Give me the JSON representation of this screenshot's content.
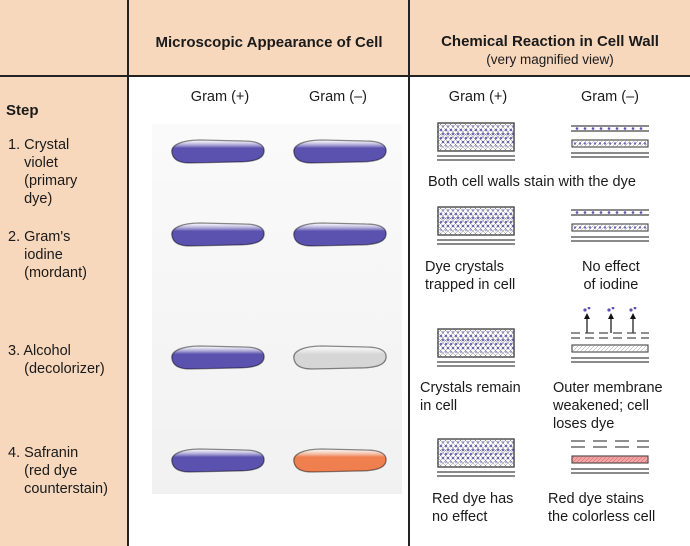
{
  "headers": {
    "micro_title": "Microscopic Appearance of Cell",
    "chem_title": "Chemical Reaction in Cell Wall",
    "chem_subtitle": "(very magnified view)",
    "step": "Step",
    "gram_pos": "Gram (+)",
    "gram_neg": "Gram (–)"
  },
  "colors": {
    "header_bg": "#f7d8bd",
    "violet": "#5b52b0",
    "colorless": "#d6d6d6",
    "safranin": "#ef7f4f"
  },
  "steps": [
    {
      "label": "1. Crystal\n    violet\n    (primary\n    dye)",
      "micro": {
        "pos": "violet",
        "neg": "violet"
      },
      "wall": {
        "pos": "thick-violet",
        "neg": "thin-violet"
      },
      "captions": {
        "shared": "Both cell walls stain with the dye"
      }
    },
    {
      "label": "2. Gram's\n    iodine\n    (mordant)",
      "micro": {
        "pos": "violet",
        "neg": "violet"
      },
      "wall": {
        "pos": "thick-violet",
        "neg": "thin-violet"
      },
      "captions": {
        "pos": "Dye crystals\ntrapped in cell",
        "neg": "No effect\nof iodine"
      }
    },
    {
      "label": "3. Alcohol\n    (decolorizer)",
      "micro": {
        "pos": "violet",
        "neg": "colorless"
      },
      "wall": {
        "pos": "thick-violet",
        "neg": "thin-losing"
      },
      "captions": {
        "pos": "Crystals remain\nin cell",
        "neg": "Outer membrane\nweakened; cell\nloses dye"
      }
    },
    {
      "label": "4. Safranin\n    (red dye\n    counterstain)",
      "micro": {
        "pos": "violet",
        "neg": "safranin"
      },
      "wall": {
        "pos": "thick-violet",
        "neg": "thin-red"
      },
      "captions": {
        "pos": "Red dye has\nno effect",
        "neg": "Red dye stains\nthe colorless cell"
      }
    }
  ]
}
